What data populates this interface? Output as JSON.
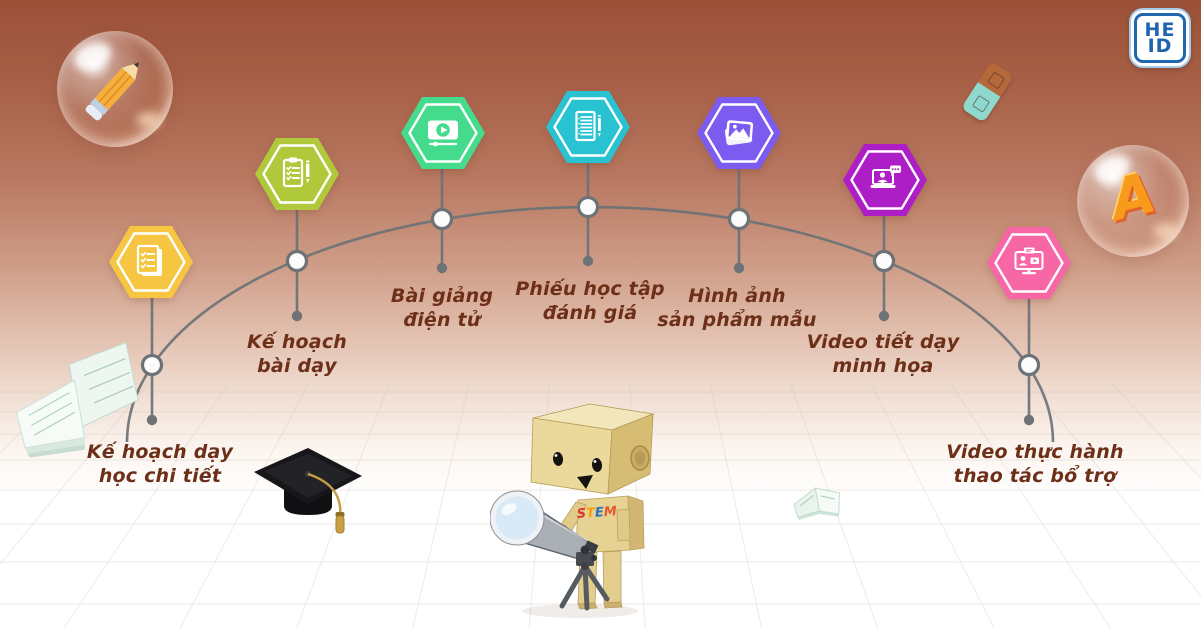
{
  "header": {
    "logo": {
      "text": "HEID",
      "line1": "HE",
      "line2": "ID",
      "color": "#1F64AE"
    }
  },
  "items": [
    {
      "id": "detailed-teaching-plan",
      "line1": "Kế hoạch dạy",
      "line2": "học chi tiết",
      "color": "#F6C643",
      "icon": "document-checklist-icon"
    },
    {
      "id": "lesson-plan",
      "line1": "Kế hoạch",
      "line2": "bài dạy",
      "color": "#AFC93B",
      "icon": "clipboard-pencil-icon"
    },
    {
      "id": "e-lecture",
      "line1": "Bài giảng",
      "line2": "điện tử",
      "color": "#45DB8C",
      "icon": "video-player-icon"
    },
    {
      "id": "assessment-worksheet",
      "line1": "Phiếu học tập",
      "line2": "đánh giá",
      "color": "#29C2D1",
      "icon": "document-pencil-icon"
    },
    {
      "id": "sample-product-images",
      "line1": "Hình ảnh",
      "line2": "sản phẩm mẫu",
      "color": "#7C5BF0",
      "icon": "photo-stack-icon"
    },
    {
      "id": "demo-lesson-video",
      "line1": "Video tiết dạy",
      "line2": "minh họa",
      "color": "#AE1EC6",
      "icon": "laptop-call-icon"
    },
    {
      "id": "practice-support-video",
      "line1": "Video thực hành",
      "line2": "thao tác bổ trợ",
      "color": "#F867A5",
      "icon": "monitor-video-icon"
    }
  ],
  "robot": {
    "chest_label": "STEM",
    "chest_colors": [
      "#D93A2B",
      "#F59E0B",
      "#2E6FBF",
      "#E2572F"
    ]
  },
  "decor": {
    "bubble_letter": "A"
  },
  "style": {
    "label_color": "#6D2F18",
    "connector_color": "#6C7276"
  }
}
